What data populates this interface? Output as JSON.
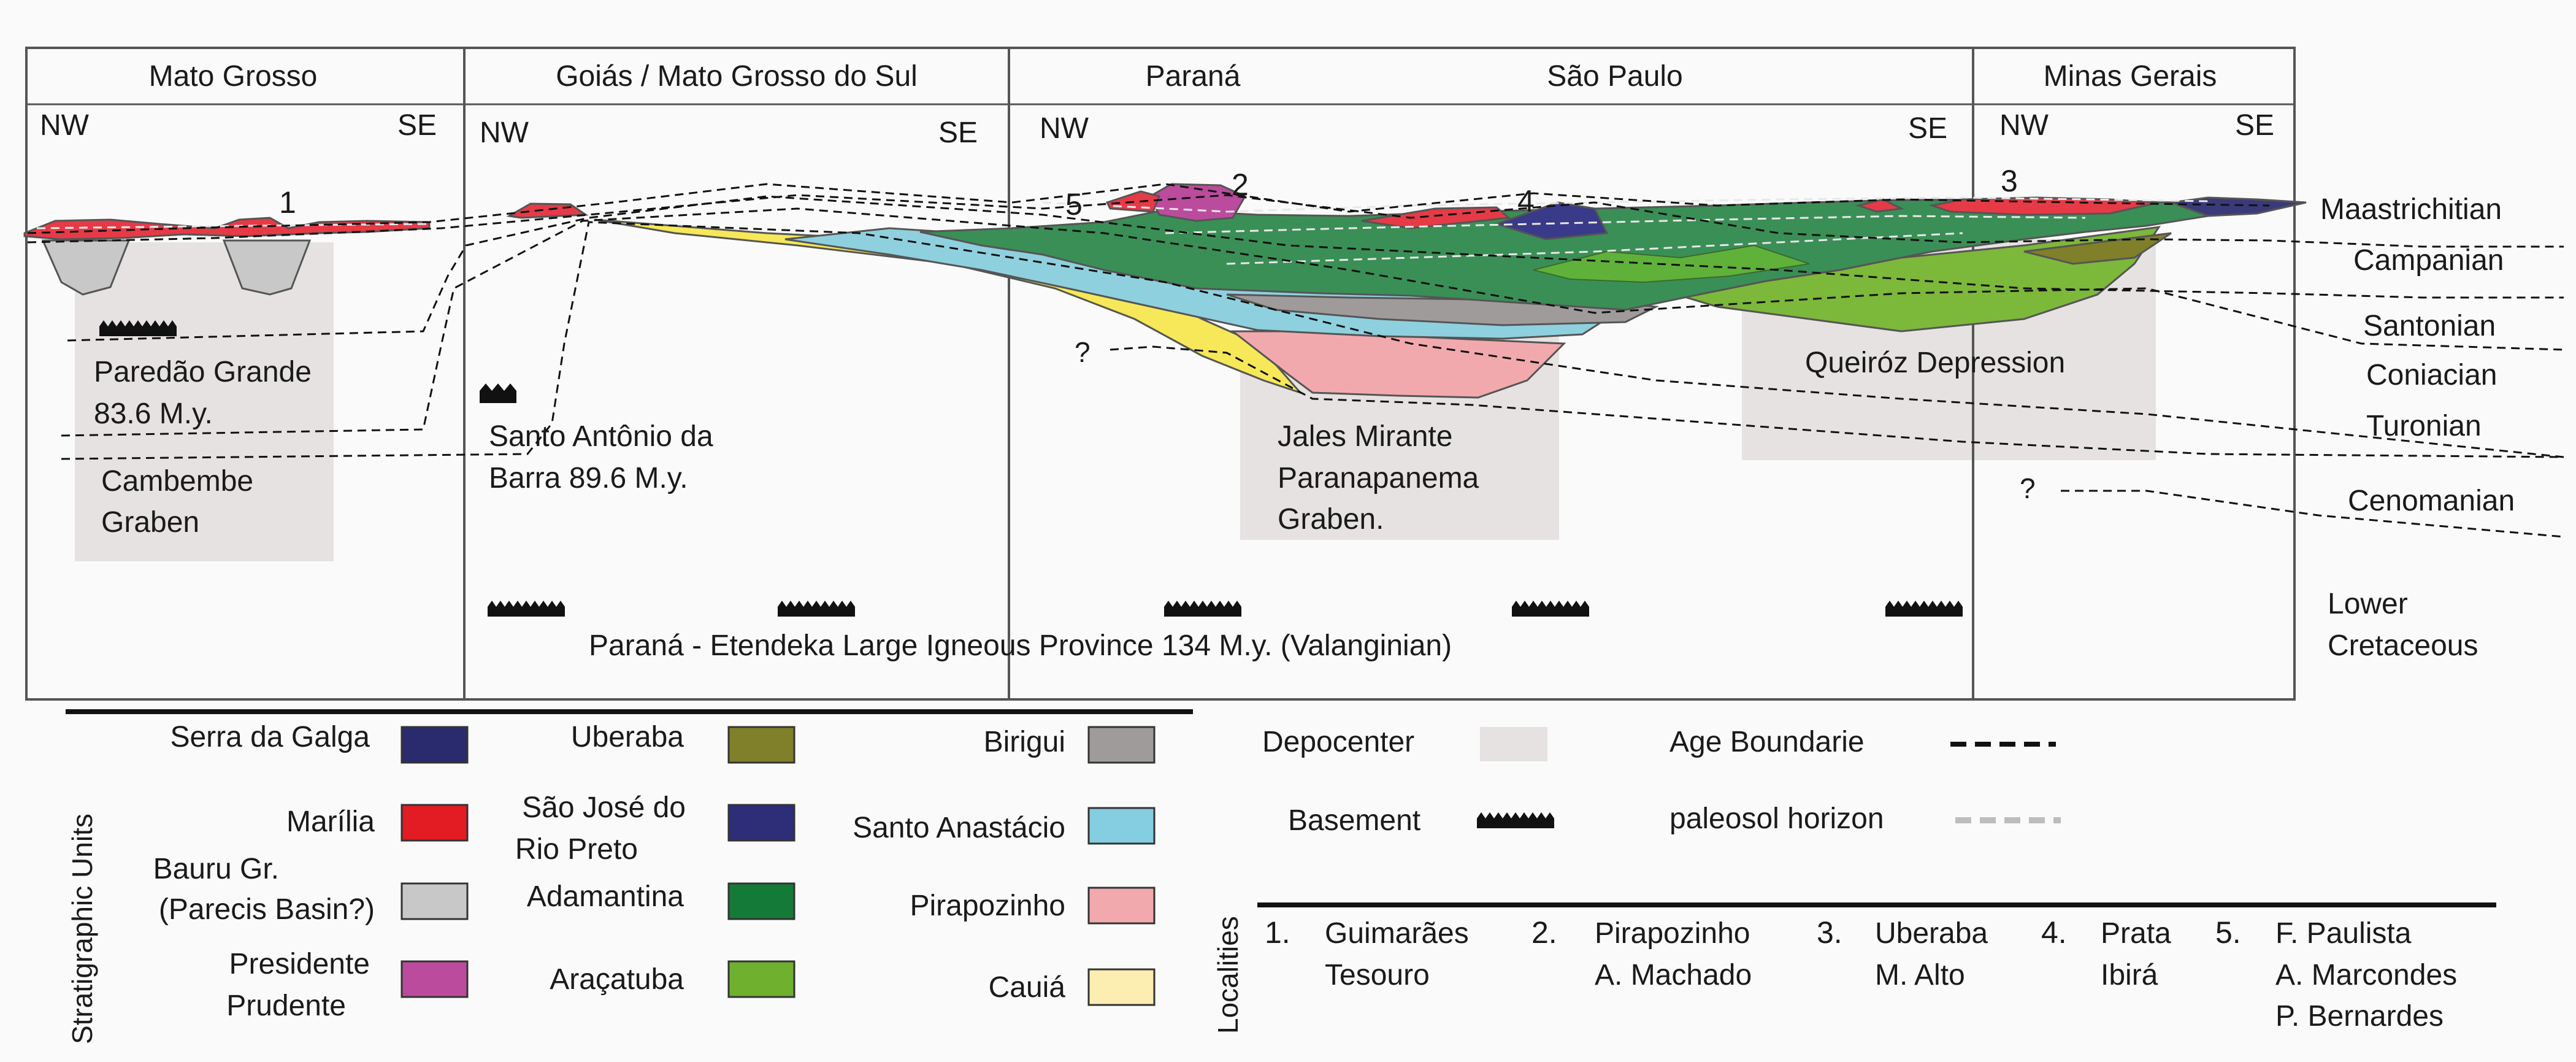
{
  "regions": [
    {
      "name": "Mato Grosso",
      "left": "NW",
      "right": "SE"
    },
    {
      "name": "Goiás / Mato Grosso do Sul",
      "left": "NW",
      "right": "SE"
    },
    {
      "name": "Paraná",
      "left": "NW",
      "right": ""
    },
    {
      "name": "São Paulo",
      "left": "",
      "right": "SE"
    },
    {
      "name": "Minas Gerais",
      "left": "NW",
      "right": "SE"
    }
  ],
  "ages": [
    "Maastrichitian",
    "Campanian",
    "Santonian",
    "Coniacian",
    "Turonian",
    "Cenomanian",
    "Lower",
    "Cretaceous"
  ],
  "locality_markers": [
    "1",
    "2",
    "3",
    "4",
    "5"
  ],
  "question_marks": [
    "?",
    "?"
  ],
  "depocenters": {
    "paredao": [
      "Paredão Grande",
      "83.6 M.y."
    ],
    "cambembe": [
      "Cambembe",
      "Graben"
    ],
    "santo_antonio": [
      "Santo Antônio da",
      "Barra 89.6 M.y."
    ],
    "jales": [
      "Jales Mirante",
      "Paranapanema",
      "Graben."
    ],
    "queiroz": "Queiróz Depression"
  },
  "basement_caption": "Paraná - Etendeka Large Igneous Province 134 M.y. (Valanginian)",
  "legend": {
    "units_title": "Stratigraphic Units",
    "units": [
      {
        "label": [
          "Serra da Galga"
        ],
        "color": "#2a2a6e"
      },
      {
        "label": [
          "Marília"
        ],
        "color": "#e31b23"
      },
      {
        "label": [
          "Bauru Gr.",
          "(Parecis Basin?)"
        ],
        "color": "#c8c8c8"
      },
      {
        "label": [
          "Presidente",
          "Prudente"
        ],
        "color": "#bb4b9c"
      },
      {
        "label": [
          "Uberaba"
        ],
        "color": "#807f2a"
      },
      {
        "label": [
          "São José do",
          "Rio Preto"
        ],
        "color": "#2e2e78"
      },
      {
        "label": [
          "Adamantina"
        ],
        "color": "#147a38"
      },
      {
        "label": [
          "Araçatuba"
        ],
        "color": "#6fb02e"
      },
      {
        "label": [
          "Birigui"
        ],
        "color": "#a09b9b"
      },
      {
        "label": [
          "Santo Anastácio"
        ],
        "color": "#85cde0"
      },
      {
        "label": [
          "Pirapozinho"
        ],
        "color": "#f2a9ad"
      },
      {
        "label": [
          "Cauiá"
        ],
        "color": "#fbeeb0"
      }
    ],
    "depocenter_label": "Depocenter",
    "depocenter_color": "#e6e2e2",
    "basement_label": "Basement",
    "age_boundary_label": "Age Boundarie",
    "paleosol_label": "paleosol horizon"
  },
  "localities": {
    "title": "Localities",
    "items": [
      {
        "num": "1.",
        "names": [
          "Guimarães",
          "Tesouro"
        ]
      },
      {
        "num": "2.",
        "names": [
          "Pirapozinho",
          "A. Machado"
        ]
      },
      {
        "num": "3.",
        "names": [
          "Uberaba",
          "M. Alto"
        ]
      },
      {
        "num": "4.",
        "names": [
          "Prata",
          "Ibirá"
        ]
      },
      {
        "num": "5.",
        "names": [
          "F. Paulista",
          "A. Marcondes",
          "P. Bernardes"
        ]
      }
    ]
  }
}
